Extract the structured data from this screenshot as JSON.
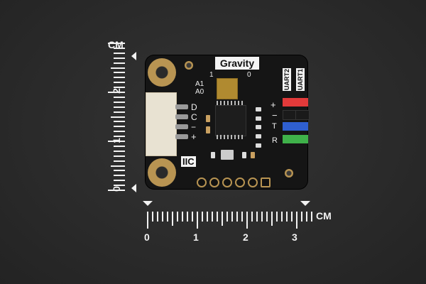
{
  "scene": {
    "description": "Product photo of DFRobot Gravity I2C/UART module on dark background with centimeter rulers",
    "background_color": "#2b2b2b"
  },
  "board": {
    "brand_label": "Gravity",
    "dip_switch": {
      "labels": [
        "A1",
        "A0"
      ],
      "positions": [
        "1",
        "0"
      ]
    },
    "left_connector_pins": [
      "D",
      "C",
      "−",
      "+"
    ],
    "left_connector_label": "IIC",
    "right_header_labels": [
      "+",
      "−",
      "T",
      "R"
    ],
    "uart_labels": [
      "UART2",
      "UART1"
    ],
    "header_colors": [
      "#e23a3a",
      "#1a1a1a",
      "#2f5fd0",
      "#3fb14a"
    ]
  },
  "ruler_vertical": {
    "unit": "CM",
    "labels": [
      "2",
      "1",
      "0"
    ]
  },
  "ruler_horizontal": {
    "unit": "CM",
    "labels": [
      "0",
      "1",
      "2",
      "3"
    ]
  }
}
